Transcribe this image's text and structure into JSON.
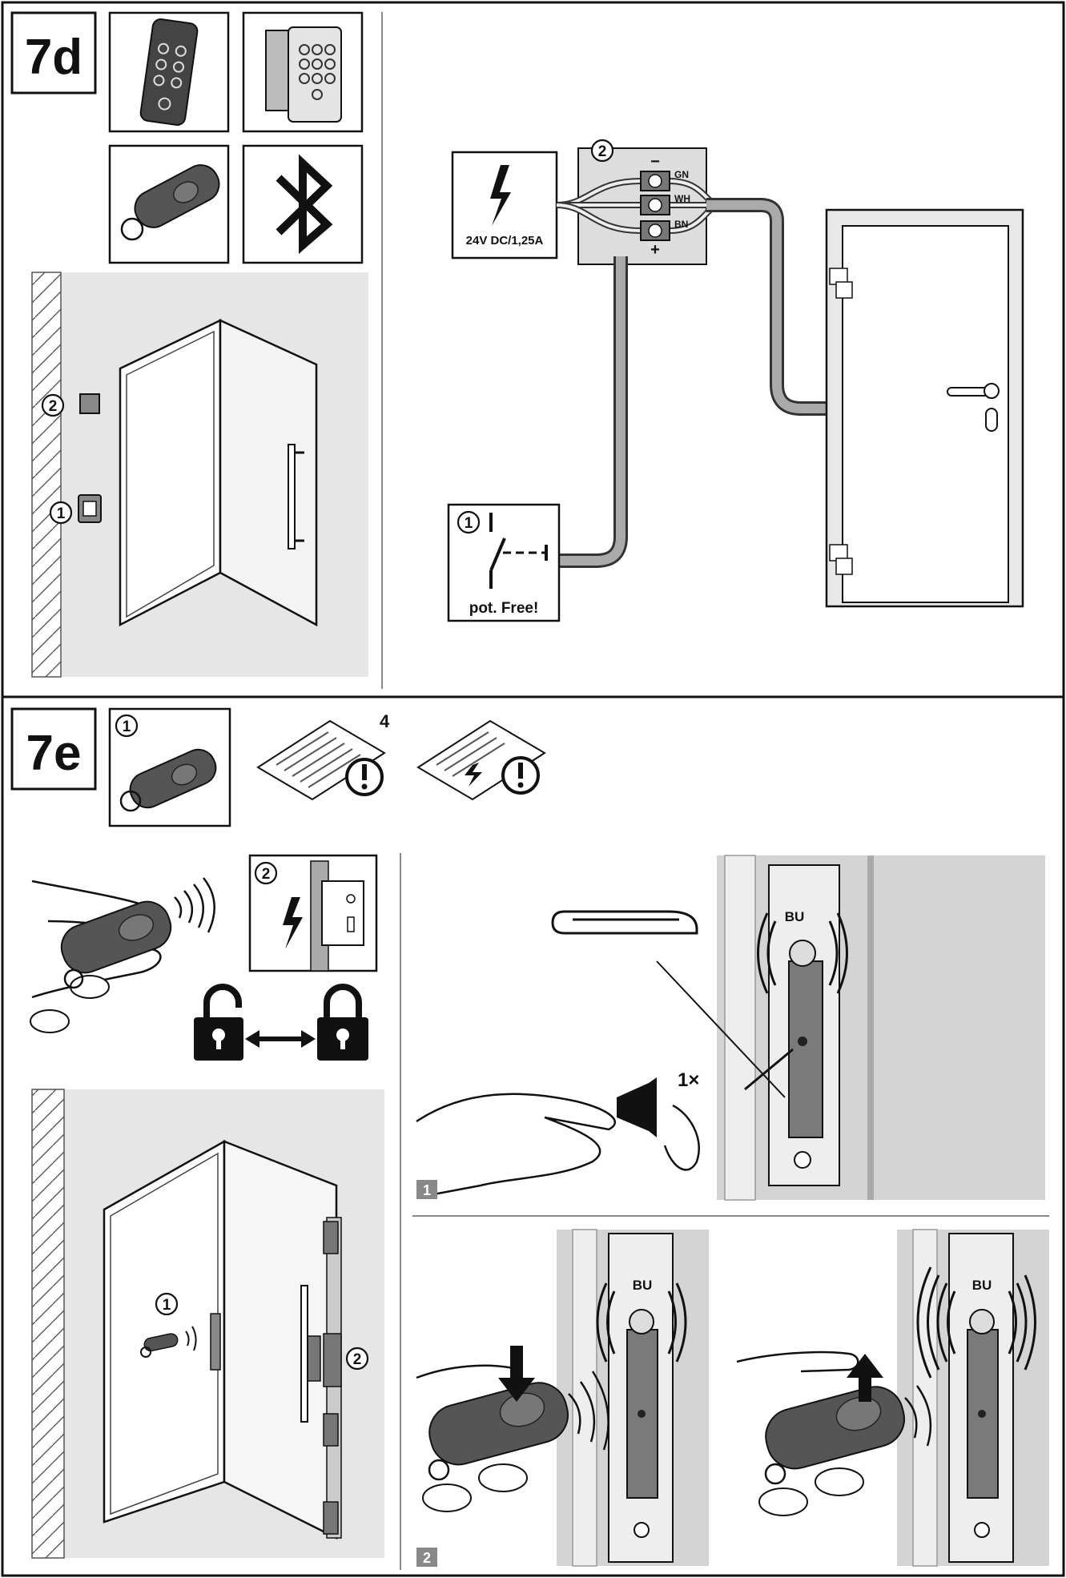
{
  "panel_7d": {
    "step_label": "7d",
    "power_label": "24V DC/1,25A",
    "callout_1": "1",
    "callout_2": "2",
    "minus_sign": "−",
    "plus_sign": "+",
    "wire_gn": "GN",
    "wire_wh": "WH",
    "wire_bn": "BN",
    "switch_note": "pot. Free!"
  },
  "panel_7e": {
    "step_label": "7e",
    "callout_1": "1",
    "callout_2": "2",
    "manual_ref": "4",
    "led_label_top": "BU",
    "led_label_left": "BU",
    "led_label_right": "BU",
    "press_count": "1×",
    "substep_1": "1",
    "substep_2": "2"
  }
}
